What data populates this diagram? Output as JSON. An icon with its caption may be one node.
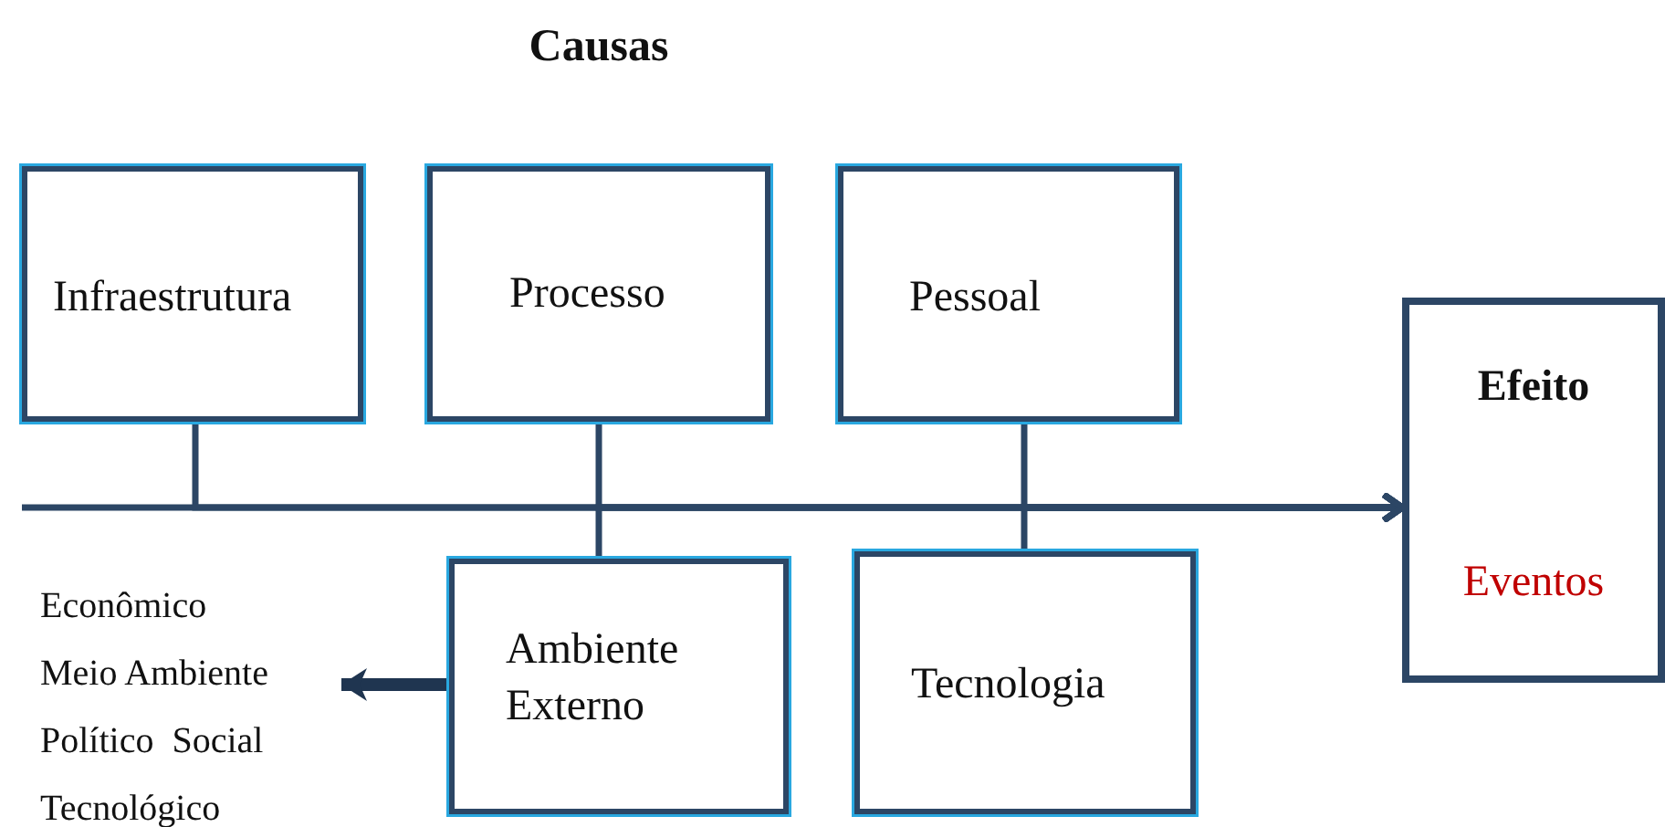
{
  "diagram": {
    "title": "Causas",
    "nodes": [
      {
        "text": [
          "Infraestrutura"
        ]
      },
      {
        "text": [
          "Processo"
        ]
      },
      {
        "text": [
          "Pessoal"
        ]
      },
      {
        "text": [
          "Ambiente Externo"
        ]
      },
      {
        "text": [
          "Tecnologia"
        ]
      },
      {
        "text": [
          "Efeito",
          "Eventos"
        ]
      },
      {
        "text": [
          "Econômico",
          "Meio Ambiente",
          "Político  Social",
          "Tecnológico"
        ]
      }
    ],
    "edges": [
      {
        "from": null,
        "to": 5,
        "arrow": "to"
      },
      {
        "from": 0,
        "to": 5,
        "arrow": "to"
      },
      {
        "from": 1,
        "to": 5,
        "arrow": "to"
      },
      {
        "from": 2,
        "to": 5,
        "arrow": "to"
      },
      {
        "from": 4,
        "to": 5,
        "arrow": "to"
      },
      {
        "from": 3,
        "to": 5,
        "arrow": "to"
      },
      {
        "from": 3,
        "to": 6,
        "arrow": "to",
        "style": "thick"
      }
    ]
  }
}
